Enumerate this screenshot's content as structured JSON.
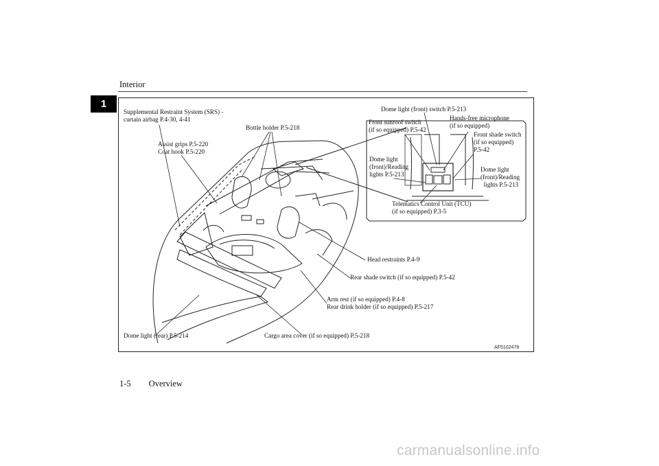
{
  "header": {
    "title": "Interior",
    "chapter": "1"
  },
  "figure": {
    "code": "AF5102478",
    "labels": {
      "srs": "Supplemental Restraint System (SRS) -\ncurtain airbag P.4-30, 4-41",
      "bottle_holder": "Bottle holder P.5-218",
      "assist_grips": "Assist grips P.5-220\nCoat hook P.5-220",
      "dome_front_switch": "Dome light (front) switch P.5-213",
      "sunroof_switch": "Front sunroof switch\n(if so equipped) P.5-42",
      "handsfree_mic": "Hands-free microphone\n(if so equipped)",
      "front_shade_switch": "Front shade switch\n(if so equipped)\nP.5-42",
      "dome_reading_left": "Dome light\n(front)/Reading\nlights P.5-213",
      "dome_reading_right": "Dome light\n(front)/Reading\n  lights P.5-213",
      "tcu": "Telematics Control Unit (TCU)\n(if so equipped) P.3-5",
      "head_restraints": "Head restraints P.4-9",
      "rear_shade_switch": "Rear shade switch (if so equipped) P.5-42",
      "arm_rest": "Arm rest (if so equipped) P.4-8\nRear drink holder (if so equipped) P.5-217",
      "dome_rear": "Dome light (rear) P.5-214",
      "cargo_cover": "Cargo area cover (if so equipped) P.5-218"
    }
  },
  "footer": {
    "page": "1-5",
    "section": "Overview"
  },
  "watermark": "carmanualsonline.info"
}
